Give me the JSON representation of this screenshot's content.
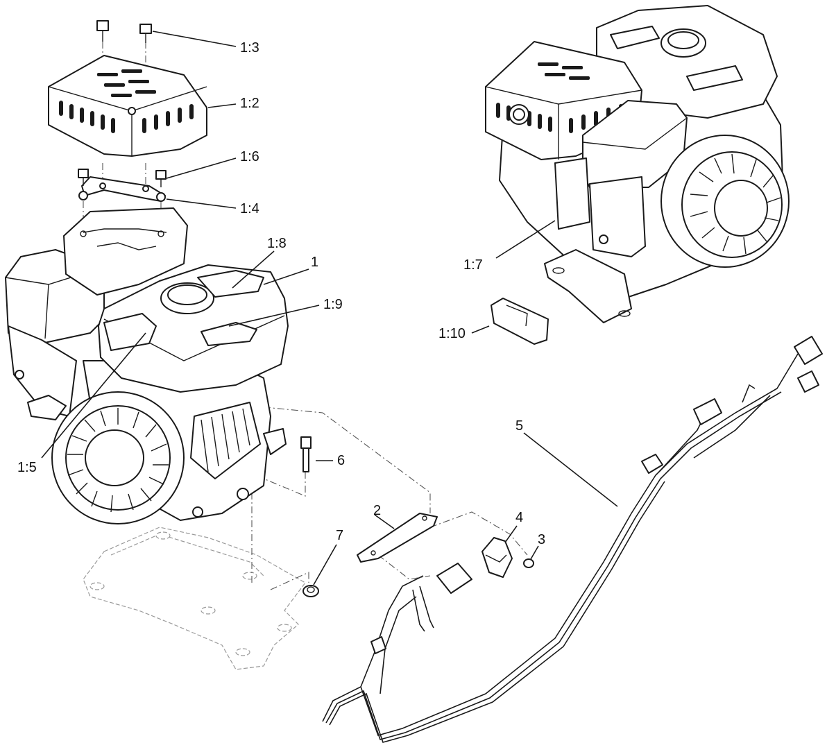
{
  "callouts": {
    "c1_3": "1:3",
    "c1_2": "1:2",
    "c1_6": "1:6",
    "c1_4": "1:4",
    "c1_8": "1:8",
    "c1": "1",
    "c1_9": "1:9",
    "c1_5": "1:5",
    "c6": "6",
    "c1_7": "1:7",
    "c1_10": "1:10",
    "c5": "5",
    "c2": "2",
    "c4": "4",
    "c3": "3",
    "c7": "7"
  }
}
